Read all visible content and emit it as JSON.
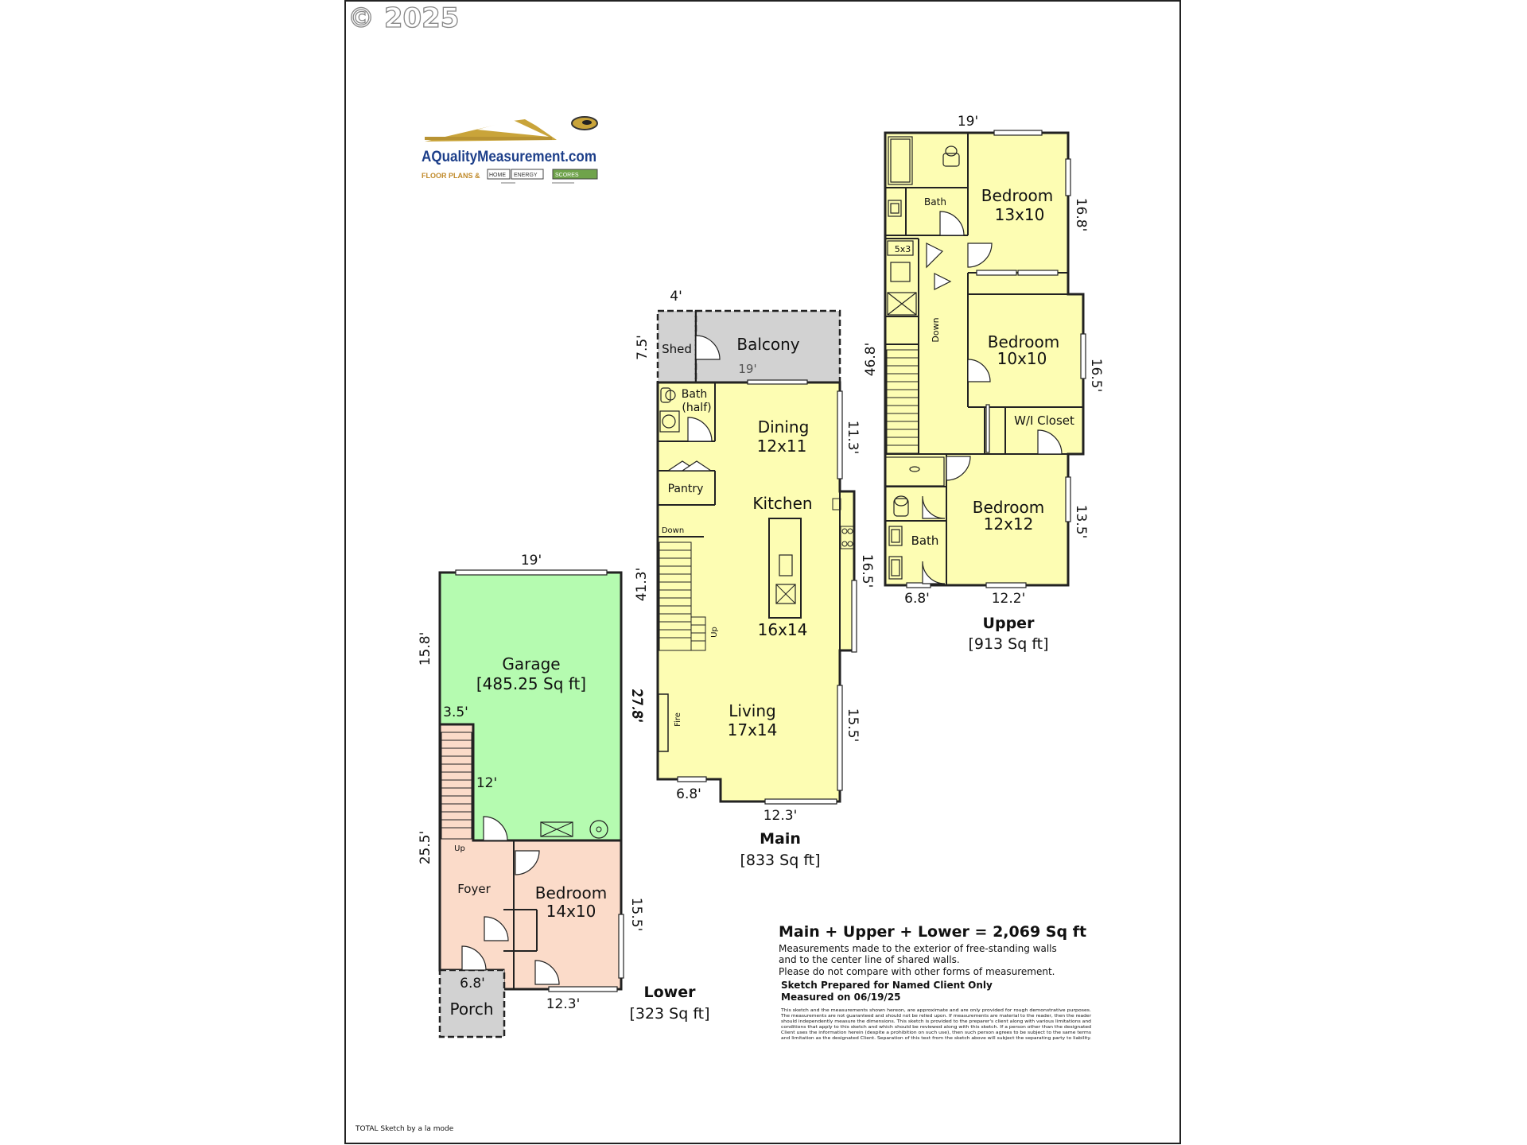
{
  "copyright": "© 2025",
  "logo": {
    "brand": "AQualityMeasurement.com",
    "tagline_1": "FLOOR PLANS &",
    "tagline_2": "HOME",
    "tagline_3": "ENERGY",
    "tagline_4": "SCORES"
  },
  "upper": {
    "title": "Upper",
    "area": "[913 Sq ft]",
    "dims": {
      "top": "19'",
      "right_top": "16.8'",
      "right_mid": "16.5'",
      "right_bottom": "13.5'",
      "left": "46.8'",
      "bottom_left": "6.8'",
      "bottom_right": "12.2'"
    },
    "rooms": {
      "bath1": "Bath",
      "bed1_name": "Bedroom",
      "bed1_size": "13x10",
      "closet": "5x3",
      "stairs": "Down",
      "bed2_name": "Bedroom",
      "bed2_size": "10x10",
      "wic": "W/I Closet",
      "bed3_name": "Bedroom",
      "bed3_size": "12x12",
      "bath2": "Bath"
    }
  },
  "main": {
    "title": "Main",
    "area": "[833 Sq ft]",
    "dims": {
      "shed_top": "4'",
      "shed_left": "7.5'",
      "balcony_bottom": "19'",
      "right_top": "11.3'",
      "left": "41.3'",
      "right_mid": "16.5'",
      "left_low": "27.8'",
      "right_low": "15.5'",
      "bottom_left": "6.8'",
      "bottom_right": "12.3'"
    },
    "rooms": {
      "shed": "Shed",
      "balcony": "Balcony",
      "bath": "Bath",
      "bath_sub": "(half)",
      "dining_name": "Dining",
      "dining_size": "12x11",
      "pantry": "Pantry",
      "kitchen_name": "Kitchen",
      "kitchen_size": "16x14",
      "stairs_down": "Down",
      "stairs_up": "Up",
      "fire": "Fire",
      "living_name": "Living",
      "living_size": "17x14"
    }
  },
  "lower": {
    "title": "Lower",
    "area": "[323 Sq ft]",
    "dims": {
      "top": "19'",
      "left_top": "15.8'",
      "right": "27.8'",
      "step": "3.5'",
      "stair": "12'",
      "left_bottom": "25.5'",
      "right_bottom": "15.5'",
      "porch": "6.8'",
      "bottom": "12.3'"
    },
    "rooms": {
      "garage_name": "Garage",
      "garage_area": "[485.25 Sq ft]",
      "up": "Up",
      "foyer": "Foyer",
      "bed_name": "Bedroom",
      "bed_size": "14x10",
      "porch": "Porch"
    }
  },
  "summary": {
    "total": "Main + Upper + Lower = 2,069 Sq ft",
    "note_1": "Measurements made to the exterior of free-standing walls",
    "note_2": "and to the center line of shared walls.",
    "note_3": "Please do not compare with other forms of measurement.",
    "prepared": "Sketch Prepared for Named Client Only",
    "measured": "Measured on 06/19/25",
    "fine_1": "This sketch and the measurements shown hereon, are approximate and are only provided for rough demonstrative purposes.",
    "fine_2": "The measurements are not guaranteed and should not be relied upon. If measurements are material to the reader, then the reader",
    "fine_3": "should independently measure the dimensions. This sketch is provided to the preparer's client along with various limitations and",
    "fine_4": "conditions that apply to this sketch and which should be reviewed along with this sketch. If a person other than the designated",
    "fine_5": "Client uses the information herein (despite a prohibition on such use), then such person agrees to be subject to the same terms",
    "fine_6": "and limitation as the designated Client. Separation of this text from the sketch above will subject the separating party to liability."
  },
  "footer": "TOTAL Sketch by a la mode",
  "colors": {
    "yellow": "#fdfdb3",
    "green": "#b5fbb0",
    "peach": "#fbdbc9",
    "gray": "#d2d2d2",
    "wall": "#222222"
  }
}
